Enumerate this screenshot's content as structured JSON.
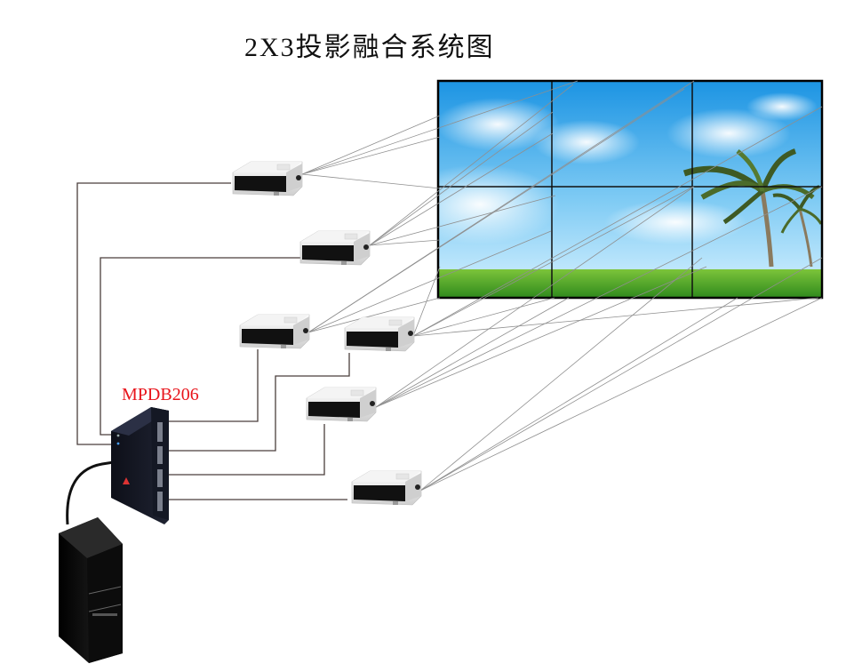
{
  "title": "2X3投影融合系统图",
  "device": {
    "label": "MPDB206",
    "label_color": "#e8141b"
  },
  "screen": {
    "rows": 2,
    "cols": 3,
    "scene": "sky-clouds-palm-trees-grass"
  },
  "projectors": [
    {
      "id": "projector-1"
    },
    {
      "id": "projector-2"
    },
    {
      "id": "projector-3"
    },
    {
      "id": "projector-4"
    },
    {
      "id": "projector-5"
    },
    {
      "id": "projector-6"
    }
  ],
  "computer": {
    "id": "host-pc"
  },
  "colors": {
    "cable": "#4a3f3c",
    "beam": "#8f8f8f",
    "sky_top": "#1e9ae6",
    "sky_bottom": "#cdefff",
    "grass": "#4aa12a"
  }
}
